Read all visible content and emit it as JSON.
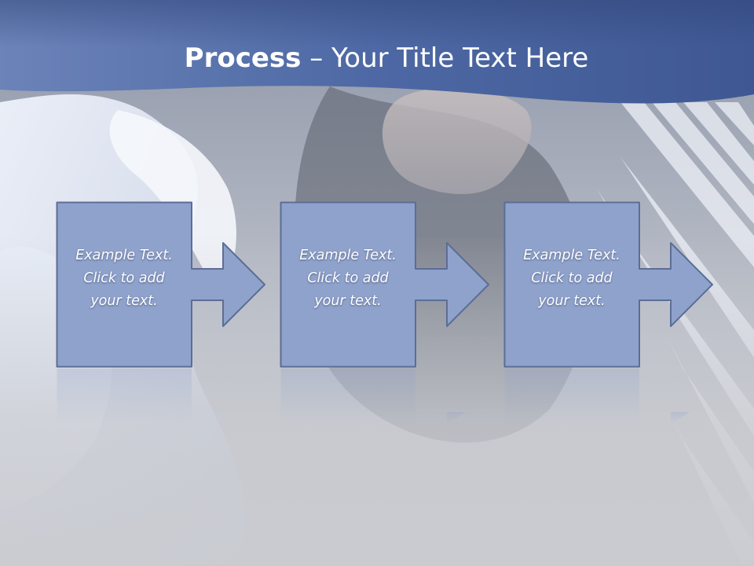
{
  "slide": {
    "title_bold": "Process",
    "title_dash": "–",
    "title_rest": "Your Title Text Here"
  },
  "steps": [
    {
      "line1": "Example Text.",
      "line2": "Click  to add",
      "line3": "your text."
    },
    {
      "line1": "Example Text.",
      "line2": "Click  to add",
      "line3": "your text."
    },
    {
      "line1": "Example Text.",
      "line2": "Click  to add",
      "line3": "your text."
    }
  ],
  "colors": {
    "title_band": "#4e6aa6",
    "box_fill": "#8fa2cc",
    "box_stroke": "#5c6d96",
    "background": "#c9cbd0"
  },
  "icons": [
    "arrow-right-icon"
  ]
}
